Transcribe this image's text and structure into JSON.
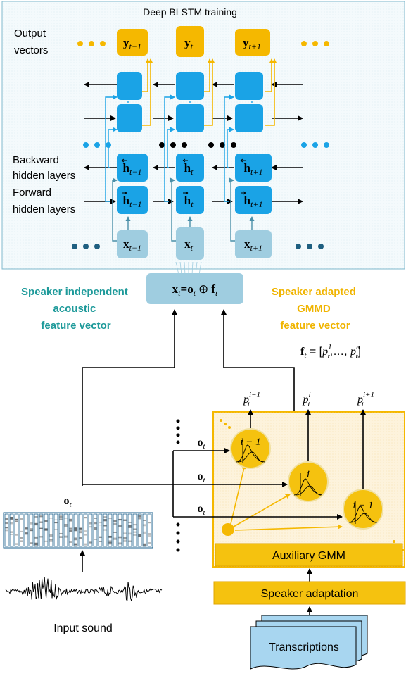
{
  "title": "Deep BLSTM training",
  "labels": {
    "output_vectors_1": "Output",
    "output_vectors_2": "vectors",
    "backward_1": "Backward",
    "backward_2": "hidden layers",
    "forward_1": "Forward",
    "forward_2": "hidden  layers",
    "si_1": "Speaker independent",
    "si_2": "acoustic",
    "si_3": "feature vector",
    "sa_1": "Speaker adapted",
    "sa_2": "GMMD",
    "sa_3": "feature vector",
    "input_sound": "Input sound",
    "aux_gmm": "Auxiliary GMM",
    "speaker_adaptation": "Speaker adaptation",
    "transcriptions": "Transcriptions"
  },
  "columns": [
    {
      "y": "y",
      "y_sub": "t−1",
      "h": "h",
      "h_sub": "t−1",
      "x": "x",
      "x_sub": "t−1"
    },
    {
      "y": "y",
      "y_sub": "t",
      "h": "h",
      "h_sub": "t",
      "x": "x",
      "x_sub": "t"
    },
    {
      "y": "y",
      "y_sub": "t+1",
      "h": "h",
      "h_sub": "t+1",
      "x": "x",
      "x_sub": "t+1"
    }
  ],
  "concat": {
    "lhs": "x",
    "lhs_sub": "t",
    "eq": "=",
    "o": "o",
    "o_sub": "t",
    "op": "⊕",
    "f": "f",
    "f_sub": "t"
  },
  "ft_def": {
    "f": "f",
    "f_sub": "t",
    "rest": " = [",
    "p1": "p",
    "p1_sub": "t",
    "p1_sup": "1",
    "mid": ",…, ",
    "pn": "p",
    "pn_sub": "t",
    "pn_sup": "n",
    "end": "]"
  },
  "probs": [
    {
      "p": "p",
      "sub": "t",
      "sup": "i−1"
    },
    {
      "p": "p",
      "sub": "t",
      "sup": "i"
    },
    {
      "p": "p",
      "sub": "t",
      "sup": "i+1"
    }
  ],
  "gaussians": [
    {
      "label": "i − 1"
    },
    {
      "label": "i"
    },
    {
      "label": "i + 1"
    }
  ],
  "ot": {
    "o": "o",
    "sub": "t"
  },
  "colors": {
    "blue": "#1aa3e6",
    "light_blue": "#9fcde0",
    "gold": "#f5b800",
    "gold_stroke": "#e0a500",
    "panel_top": "#f4fafc",
    "panel_bottom": "#fdf3dc",
    "teal_text": "#1e9a9a",
    "gold_text": "#f0b400",
    "transcription_fill": "#a8d6f0"
  }
}
